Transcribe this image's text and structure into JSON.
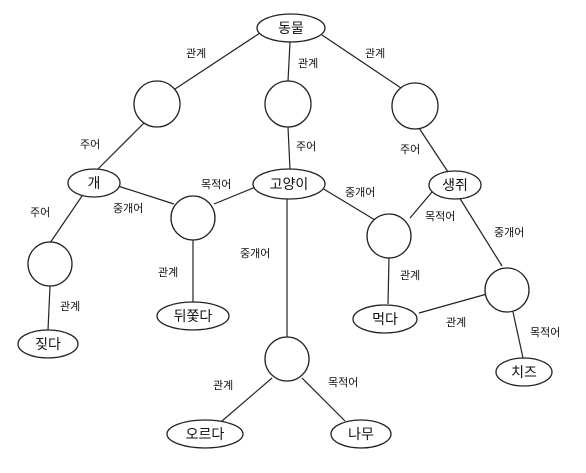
{
  "nodes": {
    "animal": "동물",
    "dog": "개",
    "cat": "고양이",
    "mouse": "생쥐",
    "bark": "짖다",
    "chase": "뒤쫓다",
    "eat": "먹다",
    "cheese": "치즈",
    "climb": "오르다",
    "tree": "나무"
  },
  "edges": {
    "relation": "관계",
    "subject": "주어",
    "object": "목적어",
    "mediator": "중개어"
  }
}
